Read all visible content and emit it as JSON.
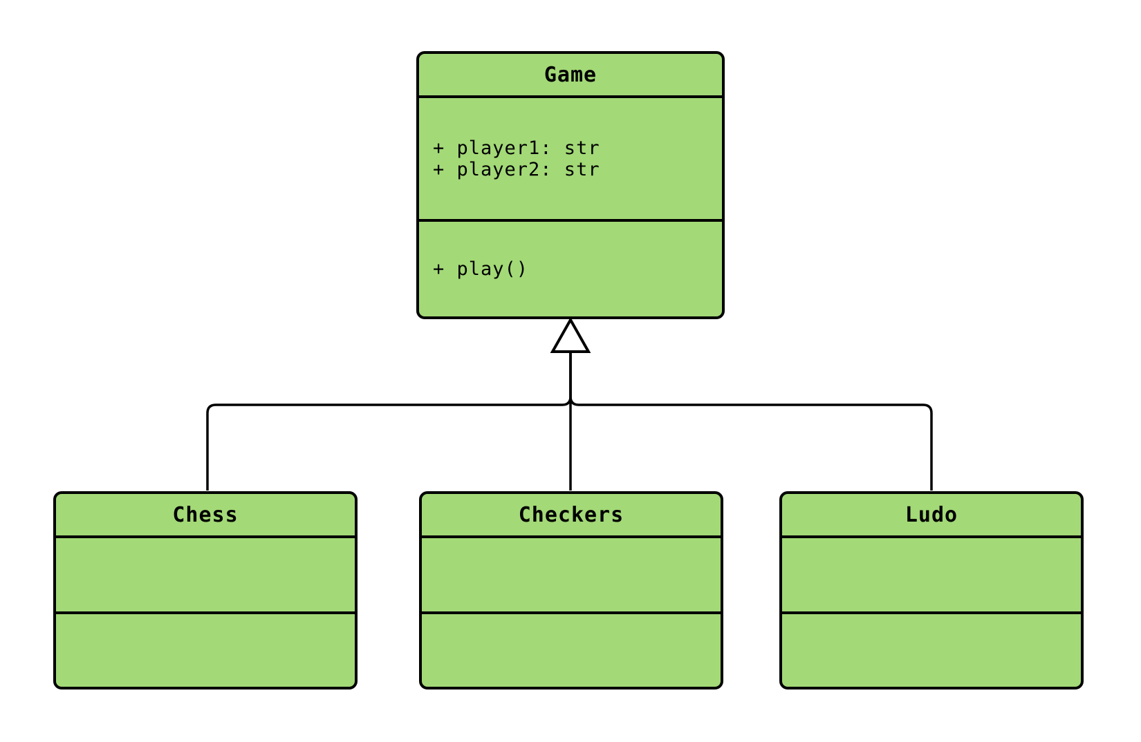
{
  "diagram": {
    "type": "uml-class-diagram",
    "colors": {
      "background": "#ffffff",
      "node_fill": "#a3d977",
      "stroke": "#000000",
      "text": "#000000"
    },
    "classes": [
      {
        "name": "Game",
        "attributes": [
          "+ player1: str",
          "+ player2: str"
        ],
        "methods": [
          "+ play()"
        ]
      },
      {
        "name": "Chess",
        "attributes": [],
        "methods": []
      },
      {
        "name": "Checkers",
        "attributes": [],
        "methods": []
      },
      {
        "name": "Ludo",
        "attributes": [],
        "methods": []
      }
    ],
    "relations": [
      {
        "type": "inheritance",
        "child": "Chess",
        "parent": "Game"
      },
      {
        "type": "inheritance",
        "child": "Checkers",
        "parent": "Game"
      },
      {
        "type": "inheritance",
        "child": "Ludo",
        "parent": "Game"
      }
    ]
  }
}
